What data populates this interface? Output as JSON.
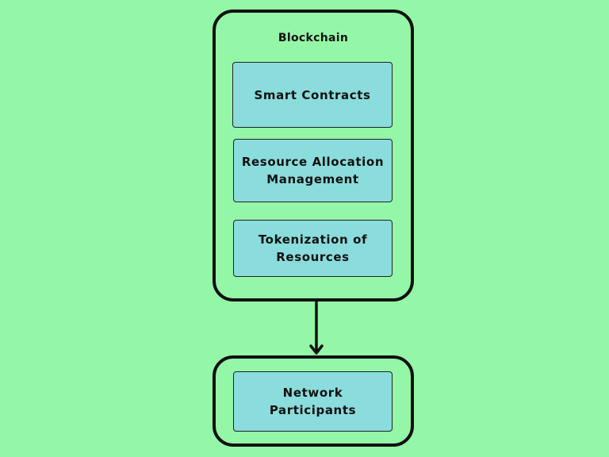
{
  "blockchain": {
    "title": "Blockchain",
    "components": [
      {
        "label": "Smart Contracts"
      },
      {
        "label": "Resource Allocation Management"
      },
      {
        "label": "Tokenization of Resources"
      }
    ]
  },
  "participants": {
    "components": [
      {
        "label": "Network Participants"
      }
    ]
  },
  "edges": [
    {
      "from": "blockchain",
      "to": "participants"
    }
  ],
  "colors": {
    "background": "#93f7a7",
    "inner_box_fill": "#8bdcdc",
    "stroke": "#111111"
  }
}
